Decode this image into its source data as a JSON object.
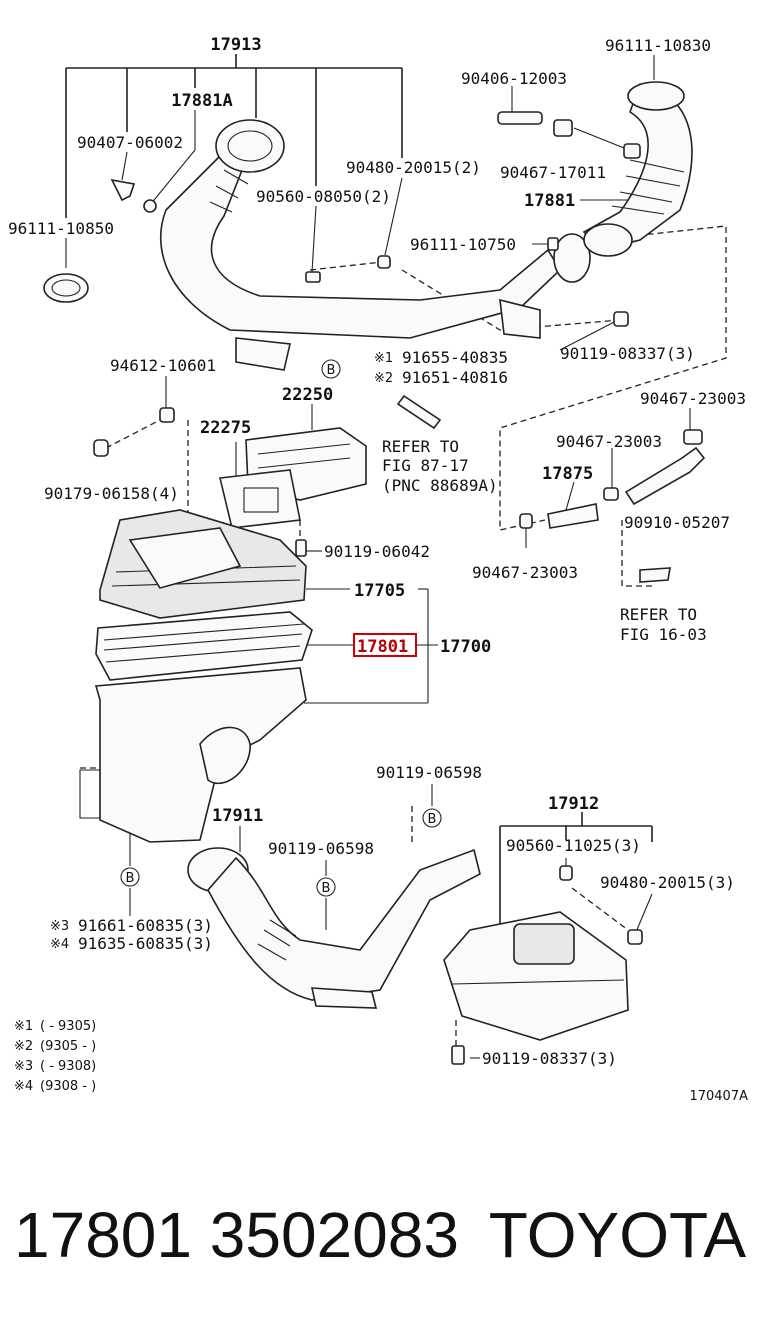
{
  "diagram": {
    "part_labels": {
      "p17913": "17913",
      "p96111_10830": "96111-10830",
      "p17881A": "17881A",
      "p90406_12003": "90406-12003",
      "p90407_06002": "90407-06002",
      "p90480_20015_2": "90480-20015(2)",
      "p90467_17011": "90467-17011",
      "p90560_08050_2": "90560-08050(2)",
      "p17881": "17881",
      "p96111_10850": "96111-10850",
      "p96111_10750": "96111-10750",
      "p91655_40835": "91655-40835",
      "p91651_40816": "91651-40816",
      "p90119_08337_3a": "90119-08337(3)",
      "p94612_10601": "94612-10601",
      "p22250": "22250",
      "p90467_23003a": "90467-23003",
      "p22275": "22275",
      "p90467_23003b": "90467-23003",
      "p90179_06158_4": "90179-06158(4)",
      "p17875": "17875",
      "p90910_05207": "90910-05207",
      "p90119_06042": "90119-06042",
      "p90467_23003c": "90467-23003",
      "p17705": "17705",
      "p17801": "17801",
      "p17700": "17700",
      "p90119_06598a": "90119-06598",
      "p17912": "17912",
      "p17911": "17911",
      "p90119_06598b": "90119-06598",
      "p90560_11025_3": "90560-11025(3)",
      "p90480_20015_3": "90480-20015(3)",
      "p91661_60835_3": "91661-60835(3)",
      "p91635_60835_3": "91635-60835(3)",
      "p90119_08337_3b": "90119-08337(3)"
    },
    "marks": {
      "m1": "※1",
      "m2": "※2",
      "m3": "※3",
      "m4": "※4"
    },
    "circle_b": "B",
    "refer_87": [
      "REFER TO",
      "FIG 87-17",
      "(PNC 88689A)"
    ],
    "refer_16": [
      "REFER TO",
      "FIG 16-03"
    ],
    "legend": [
      {
        "mark": "※1",
        "range": "(       - 9305)"
      },
      {
        "mark": "※2",
        "range": "(9305 -       )"
      },
      {
        "mark": "※3",
        "range": "(       - 9308)"
      },
      {
        "mark": "※4",
        "range": "(9308 -       )"
      }
    ],
    "figure_code": "170407A",
    "highlight_color": "#b80000"
  },
  "footer": {
    "part_number": "17801 3502083",
    "brand": "TOYOTA"
  }
}
